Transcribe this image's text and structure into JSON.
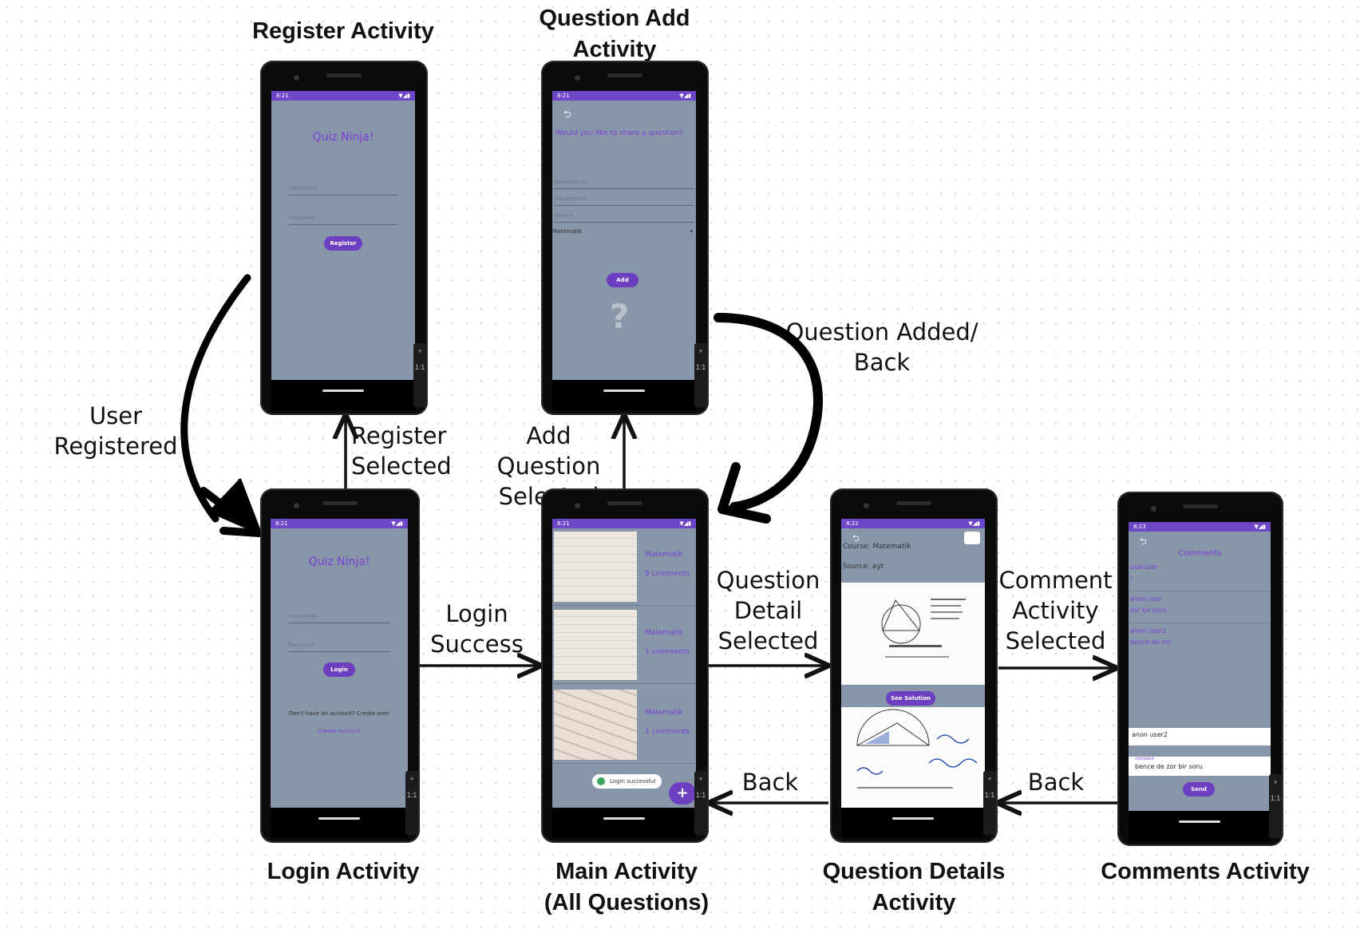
{
  "titles": {
    "register": "Register Activity",
    "question_add": "Question Add\nActivity",
    "login": "Login Activity",
    "main": "Main Activity\n(All Questions)",
    "question_details": "Question Details\nActivity",
    "comments": "Comments Activity"
  },
  "transitions": {
    "user_registered": "User\nRegistered",
    "register_selected": "Register\nSelected",
    "add_question_selected": "Add Question\nSelected",
    "question_added_back": "Question Added/\nBack",
    "login_success": "Login\nSuccess",
    "question_detail_selected": "Question\nDetail\nSelected",
    "comment_activity_selected": "Comment\nActivity\nSelected",
    "back_1": "Back",
    "back_2": "Back"
  },
  "register_screen": {
    "time": "8:21",
    "app_title": "Quiz Ninja!",
    "username_placeholder": "Username",
    "password_placeholder": "Password",
    "button": "Register"
  },
  "question_add_screen": {
    "time": "8:21",
    "heading": "Would you like to share a question?",
    "question_url": "Question url",
    "solution_url": "Solution url",
    "source": "Source",
    "course": "Matematik",
    "button": "Add",
    "help_icon": "question-mark-icon"
  },
  "login_screen": {
    "time": "8:21",
    "app_title": "Quiz Ninja!",
    "username_placeholder": "Username",
    "password_placeholder": "Password",
    "button": "Login",
    "no_account": "Don't have an account? Create one!",
    "create_account": "Create Account"
  },
  "main_screen": {
    "time": "8:21",
    "questions": [
      {
        "course": "Matematik",
        "comments": "9 comments"
      },
      {
        "course": "Matematik",
        "comments": "1 comments"
      },
      {
        "course": "Matematik",
        "comments": "1 comments"
      }
    ],
    "toast": "Login successful",
    "fab": "+"
  },
  "details_screen": {
    "time": "8:22",
    "course": "Course: Matematik",
    "source": "Source: ayt",
    "see_solution": "See Solution"
  },
  "comments_screen": {
    "time": "8:23",
    "heading": "Comments",
    "comments": [
      {
        "user": "useruser",
        "text": "i"
      },
      {
        "user": "anon user",
        "text": "zor bir soru"
      },
      {
        "user": "anon user2",
        "text": "bence de zor"
      }
    ],
    "input_user": "anon user2",
    "input_label": "comment",
    "input_text": "bence de zor bir soru",
    "send": "Send"
  },
  "side_toolbar": {
    "plus": "+",
    "ratio": "1:1"
  },
  "colors": {
    "accent": "#6b3fbf",
    "screen": "#8797a9",
    "status_bar": "#6e46c8"
  }
}
